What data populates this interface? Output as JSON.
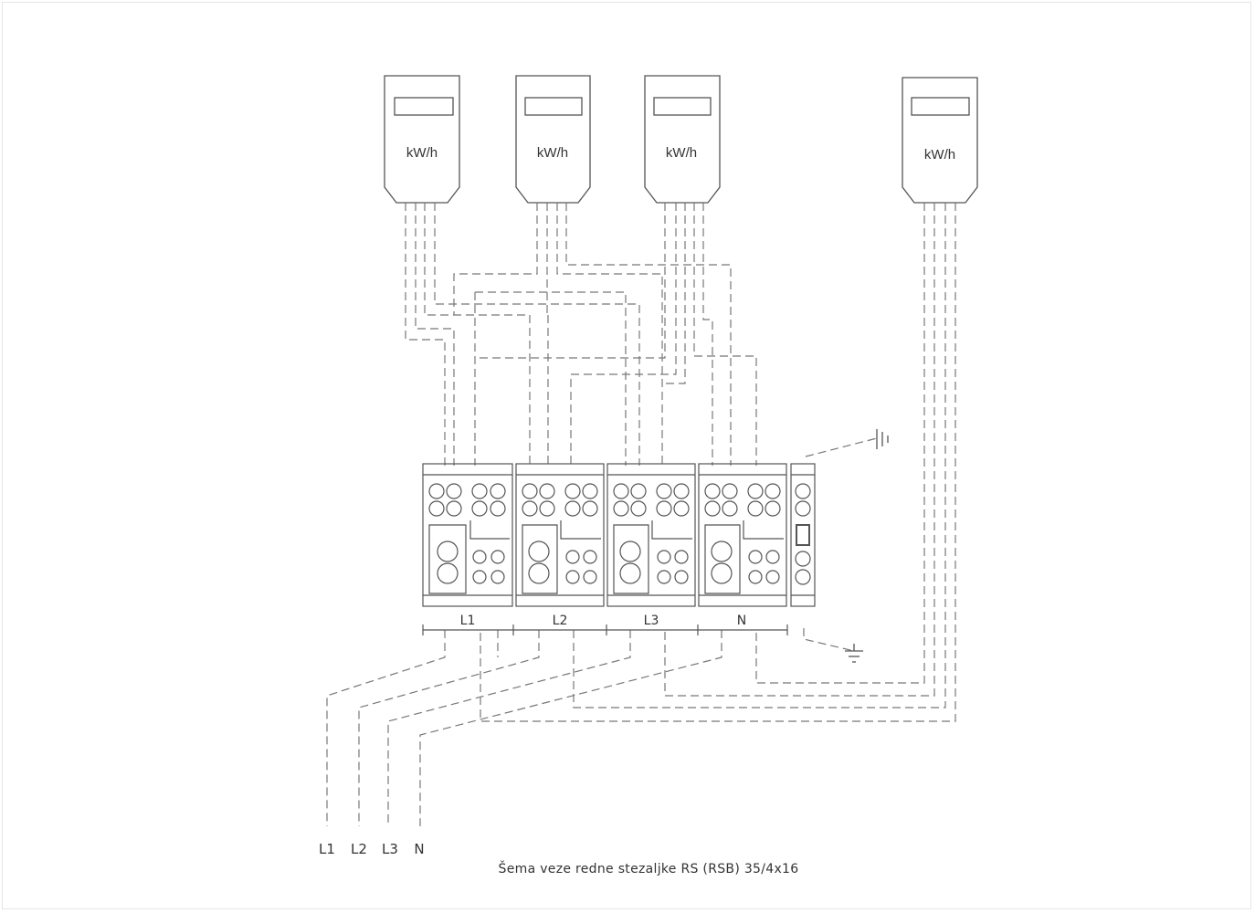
{
  "meters": [
    {
      "label": "kW/h"
    },
    {
      "label": "kW/h"
    },
    {
      "label": "kW/h"
    },
    {
      "label": "kW/h"
    }
  ],
  "terminal_labels": [
    "L1",
    "L2",
    "L3",
    "N"
  ],
  "feed_labels": [
    "L1",
    "L2",
    "L3",
    "N"
  ],
  "caption": "Šema veze redne stezaljke RS (RSB) 35/4x16",
  "colors": {
    "line": "#555555",
    "wire": "#777777",
    "background": "#ffffff"
  }
}
